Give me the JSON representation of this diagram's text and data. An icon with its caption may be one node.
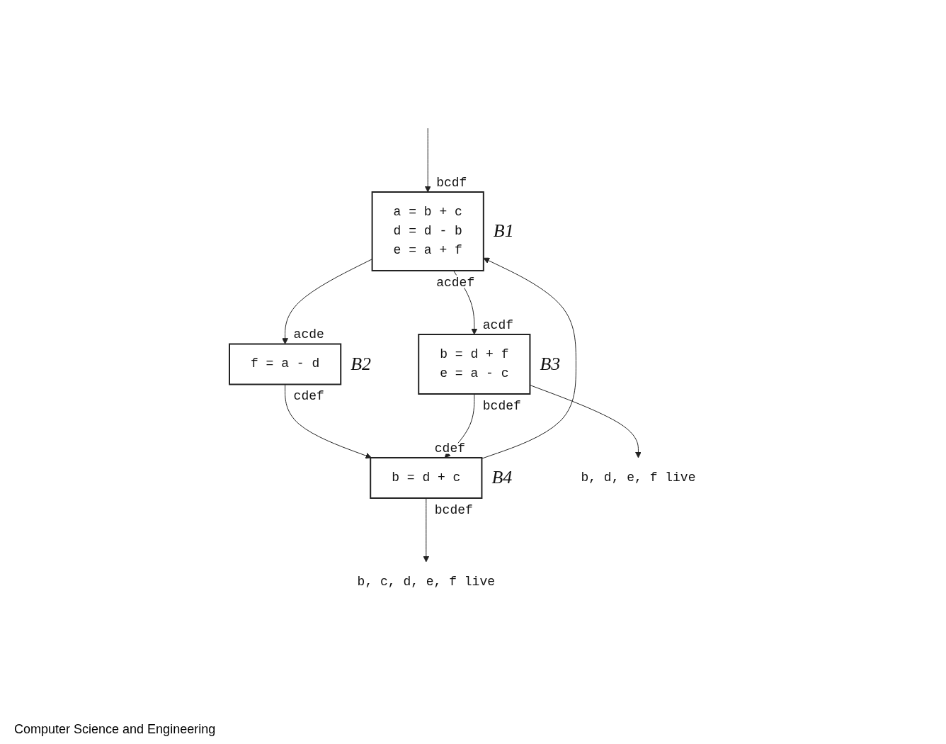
{
  "diagram": {
    "nodes": [
      {
        "text": [
          "a = b + c",
          "d = d - b",
          "e = a + f"
        ],
        "beside": [
          "bcdf",
          "acdef",
          "B1"
        ]
      },
      {
        "text": [
          "f = a - d"
        ],
        "beside": [
          "acde",
          "cdef",
          "B2"
        ]
      },
      {
        "text": [
          "b = d + f",
          "e = a - c"
        ],
        "beside": [
          "acdf",
          "bcdef",
          "B3"
        ]
      },
      {
        "text": [
          "b = d + c"
        ],
        "beside": [
          "cdef",
          "bcdef",
          "B4"
        ]
      },
      {
        "text": [
          "b, d, e, f live"
        ]
      },
      {
        "text": [
          "b, c, d, e, f live"
        ]
      }
    ],
    "edges": [
      {
        "from": null,
        "to": 0,
        "arrow": "to"
      },
      {
        "from": 0,
        "to": 1,
        "arrow": "to"
      },
      {
        "from": 0,
        "to": 2,
        "arrow": "to"
      },
      {
        "from": 1,
        "to": 3,
        "arrow": "to"
      },
      {
        "from": 2,
        "to": 3,
        "arrow": "to"
      },
      {
        "from": 2,
        "to": 4,
        "arrow": "to"
      },
      {
        "from": 3,
        "to": 0,
        "arrow": "to"
      },
      {
        "from": 3,
        "to": 5,
        "arrow": "to"
      }
    ],
    "labels": [
      "Computer Science and Engineering"
    ]
  }
}
